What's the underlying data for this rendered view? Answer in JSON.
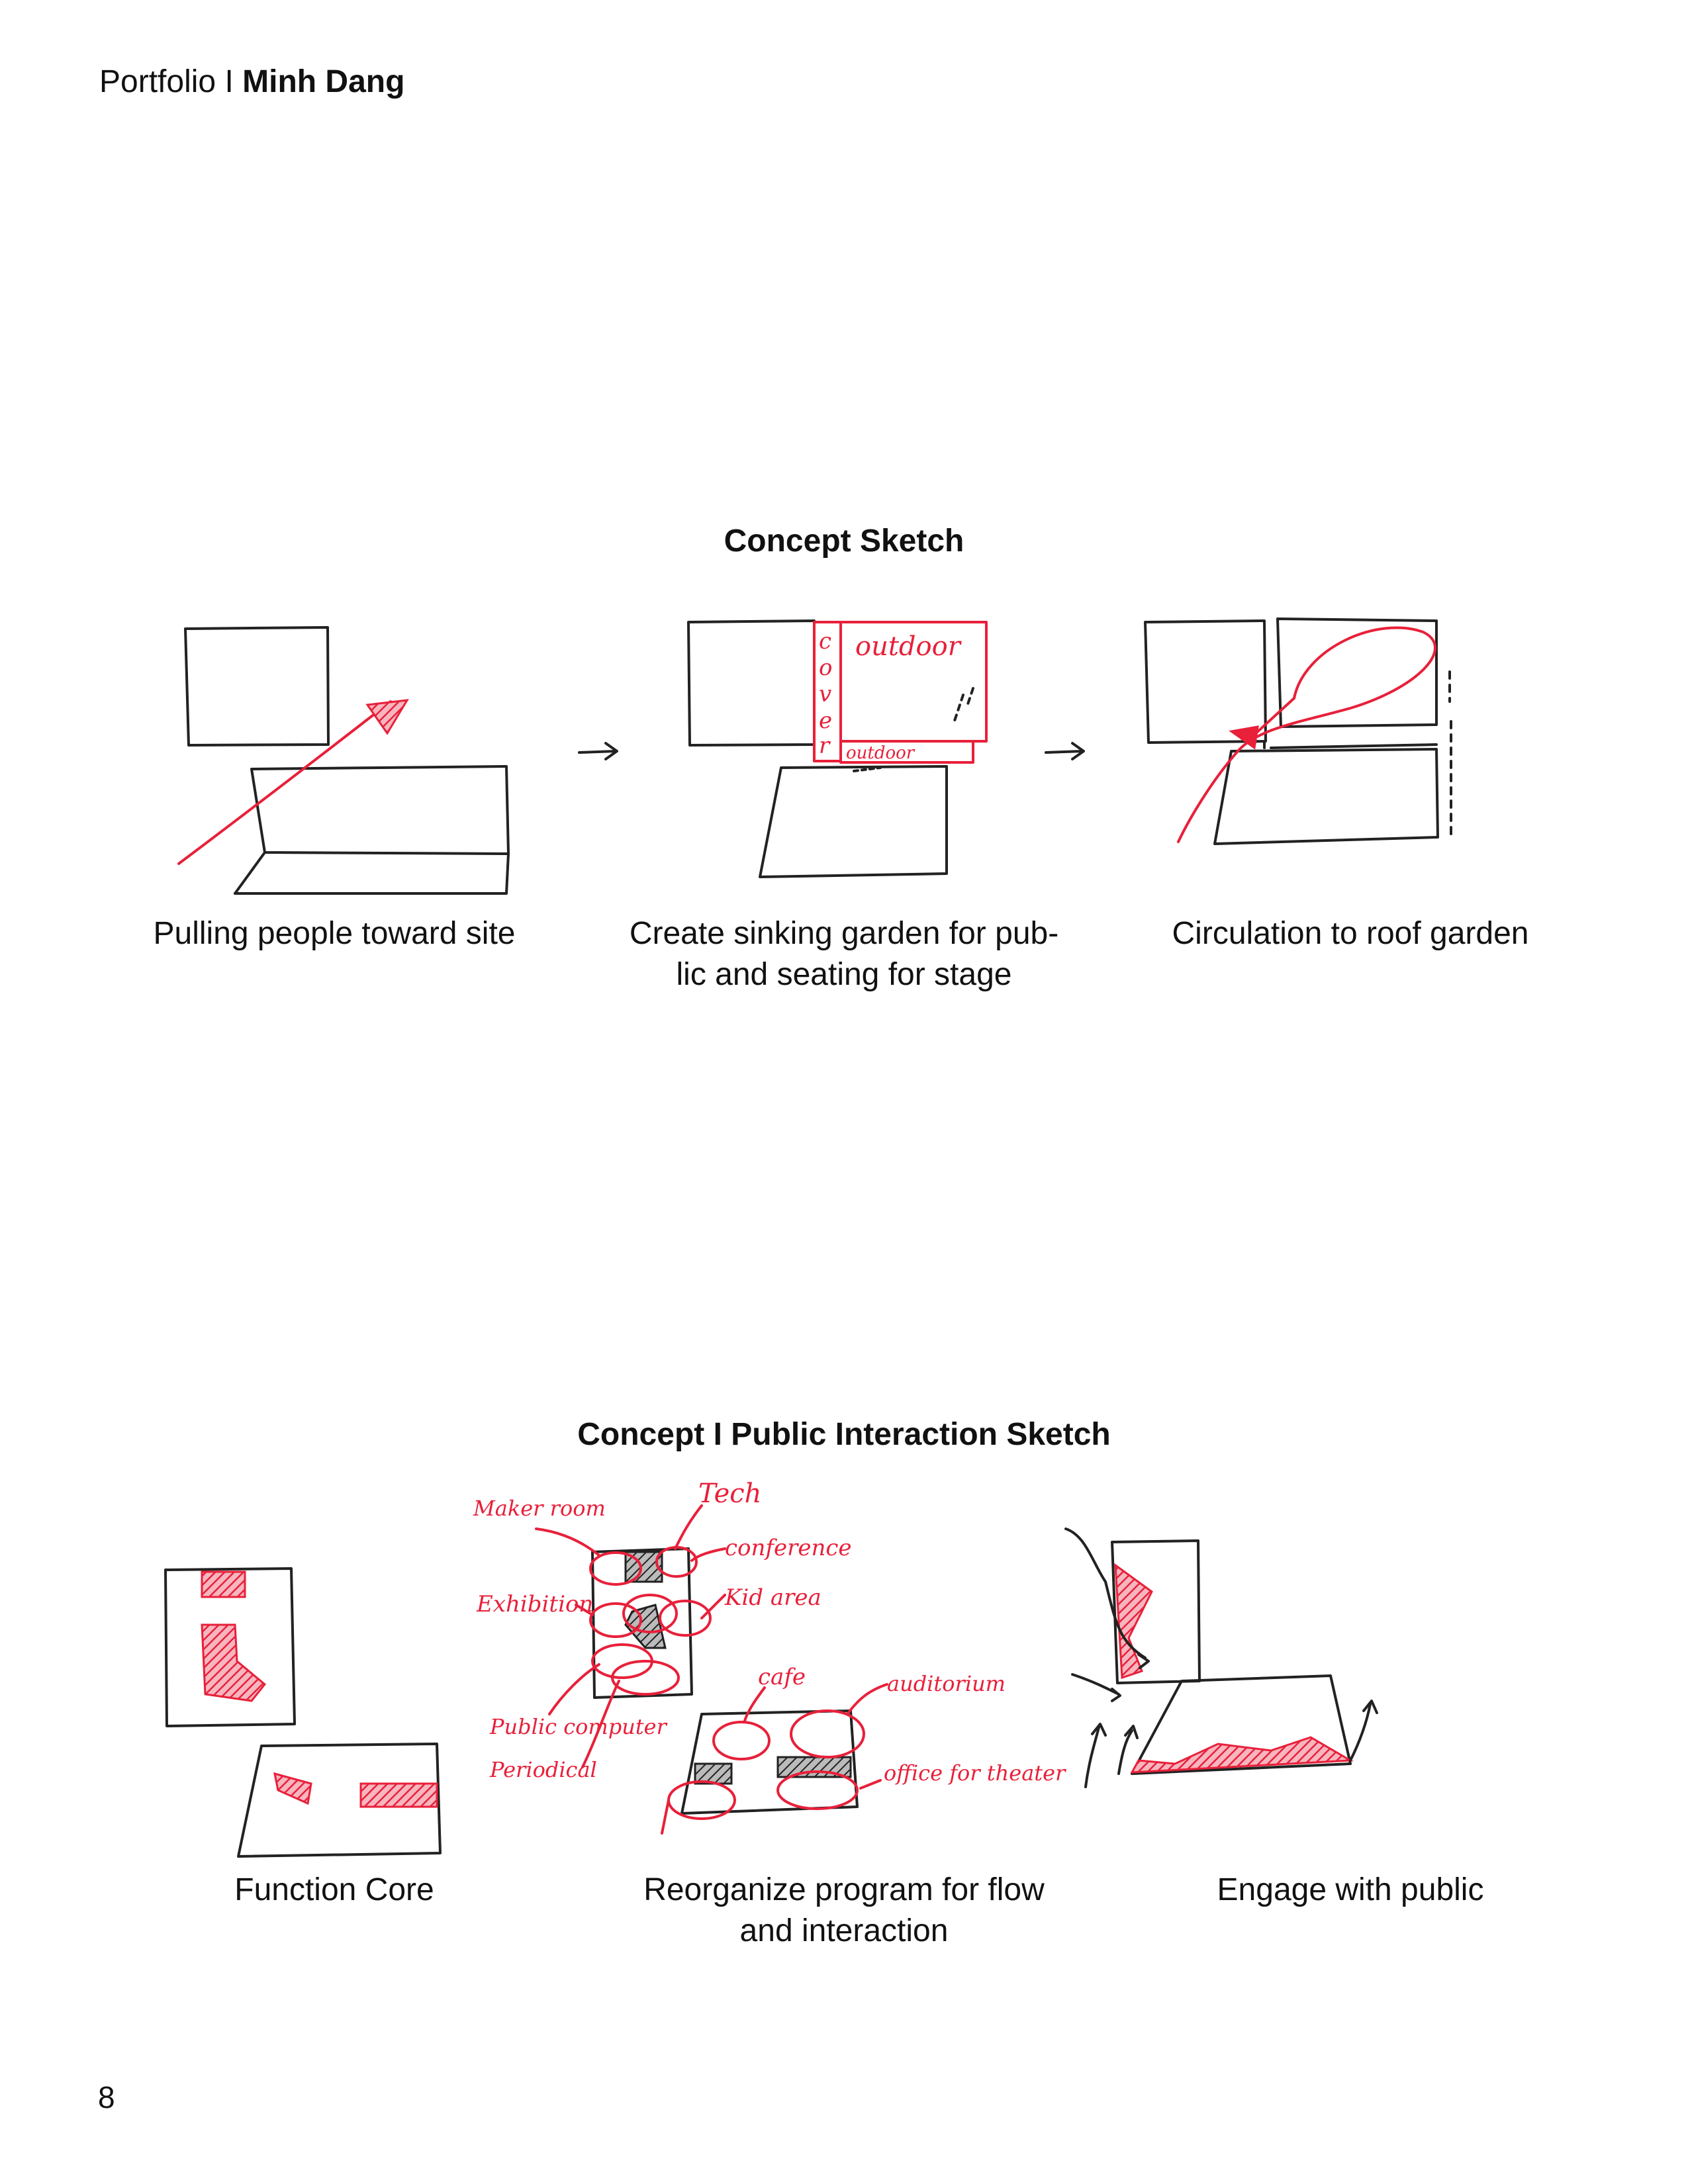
{
  "header": {
    "prefix": "Portfolio",
    "separator": "I",
    "author": "Minh Dang"
  },
  "section1": {
    "title": "Concept Sketch",
    "panels": [
      {
        "caption": "Pulling people toward site"
      },
      {
        "caption": "Create sinking garden for pub-\nlic and seating for stage",
        "labels": {
          "cover": "cover",
          "outdoor_top": "outdoor",
          "outdoor_bottom": "outdoor"
        }
      },
      {
        "caption": "Circulation to roof garden"
      }
    ]
  },
  "section2": {
    "title": "Concept I Public Interaction Sketch",
    "panels": [
      {
        "caption": "Function Core"
      },
      {
        "caption": "Reorganize program for flow\nand interaction",
        "labels": {
          "maker_room": "Maker room",
          "tech": "Tech",
          "conference": "conference",
          "exhibition": "Exhibition",
          "kid_area": "Kid area",
          "public_computer": "Public computer",
          "periodical": "Periodical",
          "cafe": "cafe",
          "auditorium": "auditorium",
          "office_for_theater": "office for theater"
        }
      },
      {
        "caption": "Engage with public"
      }
    ]
  },
  "page_number": "8",
  "colors": {
    "accent": "#e8203a",
    "ink": "#222222"
  }
}
